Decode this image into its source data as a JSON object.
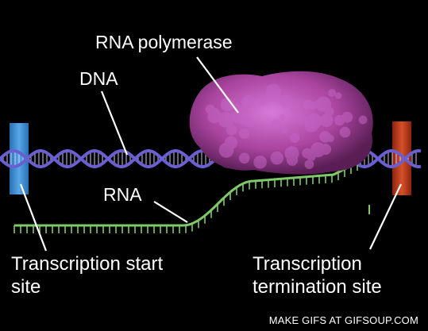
{
  "labels": {
    "rna_polymerase": "RNA polymerase",
    "dna": "DNA",
    "rna": "RNA",
    "start_site": "Transcription start site",
    "termination_site": "Transcription termination site"
  },
  "watermark": "MAKE GIFS AT GIFSOUP.COM",
  "colors": {
    "background": "#000000",
    "dna_strand": "#6b5fd0",
    "dna_rungs": "#d8d0ff",
    "rna_strand": "#7fc96a",
    "polymerase": "#b14fb8",
    "start_marker": "#3f8fd8",
    "termination_marker": "#c23a1c",
    "text": "#ffffff"
  }
}
